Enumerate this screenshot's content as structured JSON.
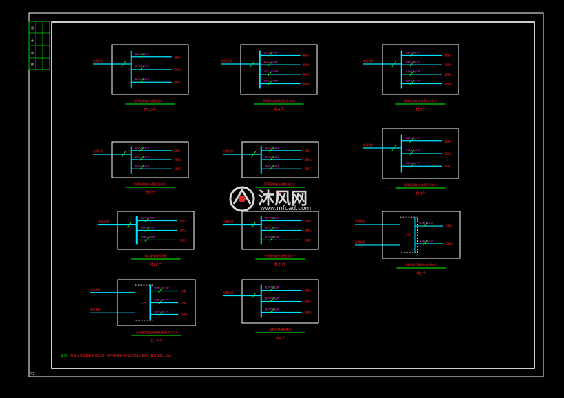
{
  "sheet": {
    "corner_label": "02",
    "note_prefix": "说明：",
    "note_text": "图纸为配电箱系统图示意，各回路开关参数详见设计说明，安装高度1.5m",
    "watermark_cn": "沐风网",
    "watermark_url": "www.mfcad.com",
    "title_strip_cells": [
      "设",
      "计",
      "审",
      "核"
    ]
  },
  "colors": {
    "background": "#000000",
    "frame": "#ffffff",
    "bus": "#00e5ff",
    "text": "#ff2020",
    "wire": "#00e5ff",
    "underline": "#00ff00",
    "breaker_label": "#ff40ff",
    "strip": "#00cc00"
  },
  "panels": [
    {
      "caption": "照明配电箱系统图(形式一)",
      "count": "共10个",
      "incoming": "电源进线",
      "breakers": [
        "DZ47-10/1P",
        "DZ47-10/1P",
        "DZ47-10/1P"
      ],
      "outputs": [
        "照明一",
        "照明二",
        "照明三"
      ]
    },
    {
      "caption": "照明配电箱系统图(形式二)",
      "count": "共4个",
      "incoming": "电源进线",
      "breakers": [
        "DZ47-10/1P",
        "DZ47-10/1P",
        "DZ47-10/1P",
        "DZ47-10/1P"
      ],
      "outputs": [
        "照明一",
        "照明二",
        "照明三",
        "照明四"
      ]
    },
    {
      "caption": "照明配电箱系统图(形式三)",
      "count": "共6个",
      "incoming": "电源进线",
      "breakers": [
        "DZ47-10/1P",
        "DZ47-10/1P",
        "DZ47-10/1P",
        "DZ47-10/1P"
      ],
      "outputs": [
        "回路一",
        "回路二",
        "回路三",
        "回路四"
      ]
    },
    {
      "caption": "照明配电箱系统图(形式四)",
      "count": "共4个",
      "incoming": "电源进线",
      "breakers": [
        "DZ47-10/1P",
        "DZ47-10/1P",
        "DZ47-10/1P"
      ],
      "outputs": [
        "回路一",
        "回路二",
        "回路三"
      ]
    },
    {
      "caption": "照明配电箱系统图(形式五)",
      "count": "共6个",
      "incoming": "电源进线",
      "breakers": [
        "DZ47-10/1P",
        "DZ47-10/1P",
        "DZ47-10/1P"
      ],
      "outputs": [
        "回路一",
        "回路二",
        "回路三"
      ]
    },
    {
      "caption": "照明配电箱系统图(形式六)",
      "count": "共8个",
      "incoming": "电源进线",
      "breakers": [
        "DZ47-10/1P",
        "DZ47-10/1P",
        "DZ47-10/1P"
      ],
      "outputs": [
        "回路一",
        "回路二",
        "回路三"
      ]
    },
    {
      "caption": "动力配电箱系统图",
      "count": "共20个",
      "incoming": "电源进线",
      "breakers": [
        "DZ47-16/3P",
        "DZ47-16/3P",
        "DZ47-16/3P"
      ],
      "outputs": [
        "回路一",
        "回路二",
        "回路三"
      ]
    },
    {
      "caption": "空调配电箱系统图(形式一)",
      "count": "共20个",
      "incoming": "电源进线",
      "breakers": [
        "DZ47-16/3P",
        "DZ47-16/3P",
        "DZ47-16/3P"
      ],
      "outputs": [
        "回路一",
        "回路二",
        "回路三"
      ]
    },
    {
      "caption": "双电源切换配电箱系统图",
      "count": "共3个",
      "incoming": "常用电源",
      "incoming2": "备用电源",
      "breakers": [
        "DZ47-32/3P",
        "DZ47-32/3P"
      ],
      "outputs": [
        "回路一",
        "回路二"
      ],
      "ats": "ATS"
    },
    {
      "caption": "双电源切换配电箱系统图(形式二)",
      "count": "共15个",
      "incoming": "常用电源",
      "incoming2": "备用电源",
      "breakers": [
        "DZ47-32/3P",
        "DZ47-32/3P"
      ],
      "outputs": [
        "回路一",
        "回路二",
        "回路三"
      ],
      "ats": "ATS"
    },
    {
      "caption": "风机配电箱系统图",
      "count": "共4个",
      "incoming": "电源进线",
      "breakers": [
        "DZ47-16/3P",
        "DZ47-16/3P",
        "DZ47-16/3P"
      ],
      "outputs": [
        "回路一",
        "回路二",
        "回路三"
      ]
    }
  ]
}
